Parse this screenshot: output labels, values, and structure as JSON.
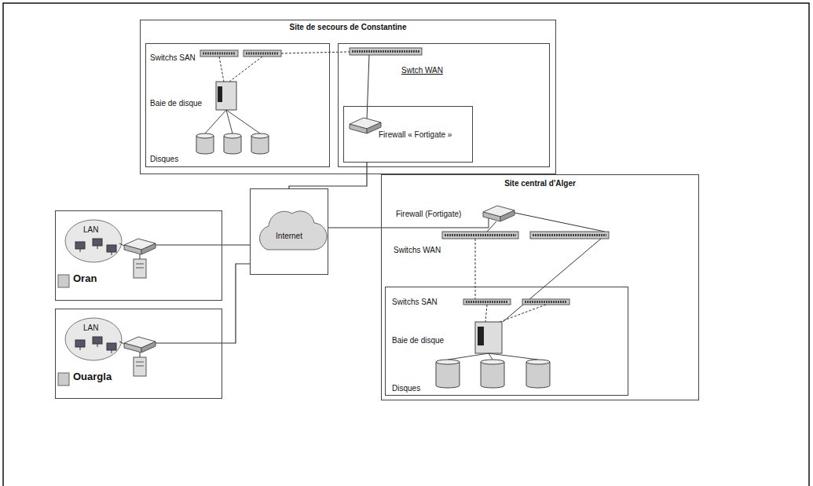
{
  "diagram": {
    "nodes": [
      {
        "text": [
          "Site de secours de Constantine"
        ]
      },
      {
        "text": [
          "Switchs SAN",
          "Baie de disque",
          "Disques"
        ],
        "in": 0
      },
      {
        "text": [
          "Swtch WAN"
        ],
        "in": 0
      },
      {
        "text": [
          "Firewall « Fortigate »"
        ],
        "in": 2
      },
      {
        "text": [
          "LAN",
          "Oran"
        ]
      },
      {
        "text": [
          "LAN",
          "Ouargla"
        ]
      },
      {
        "text": [
          "Internet"
        ]
      },
      {
        "text": [
          "Site central d'Alger",
          "Firewall (Fortigate)",
          "Switchs WAN"
        ]
      },
      {
        "text": [
          "Switchs SAN",
          "Baie de disque",
          "Disques"
        ],
        "in": 7
      }
    ],
    "edges": [
      {
        "from": 3,
        "to": 6,
        "arrow": "none"
      },
      {
        "from": 4,
        "to": 6,
        "arrow": "none"
      },
      {
        "from": 5,
        "to": 6,
        "arrow": "none"
      },
      {
        "from": 6,
        "to": 7,
        "arrow": "none"
      }
    ]
  }
}
